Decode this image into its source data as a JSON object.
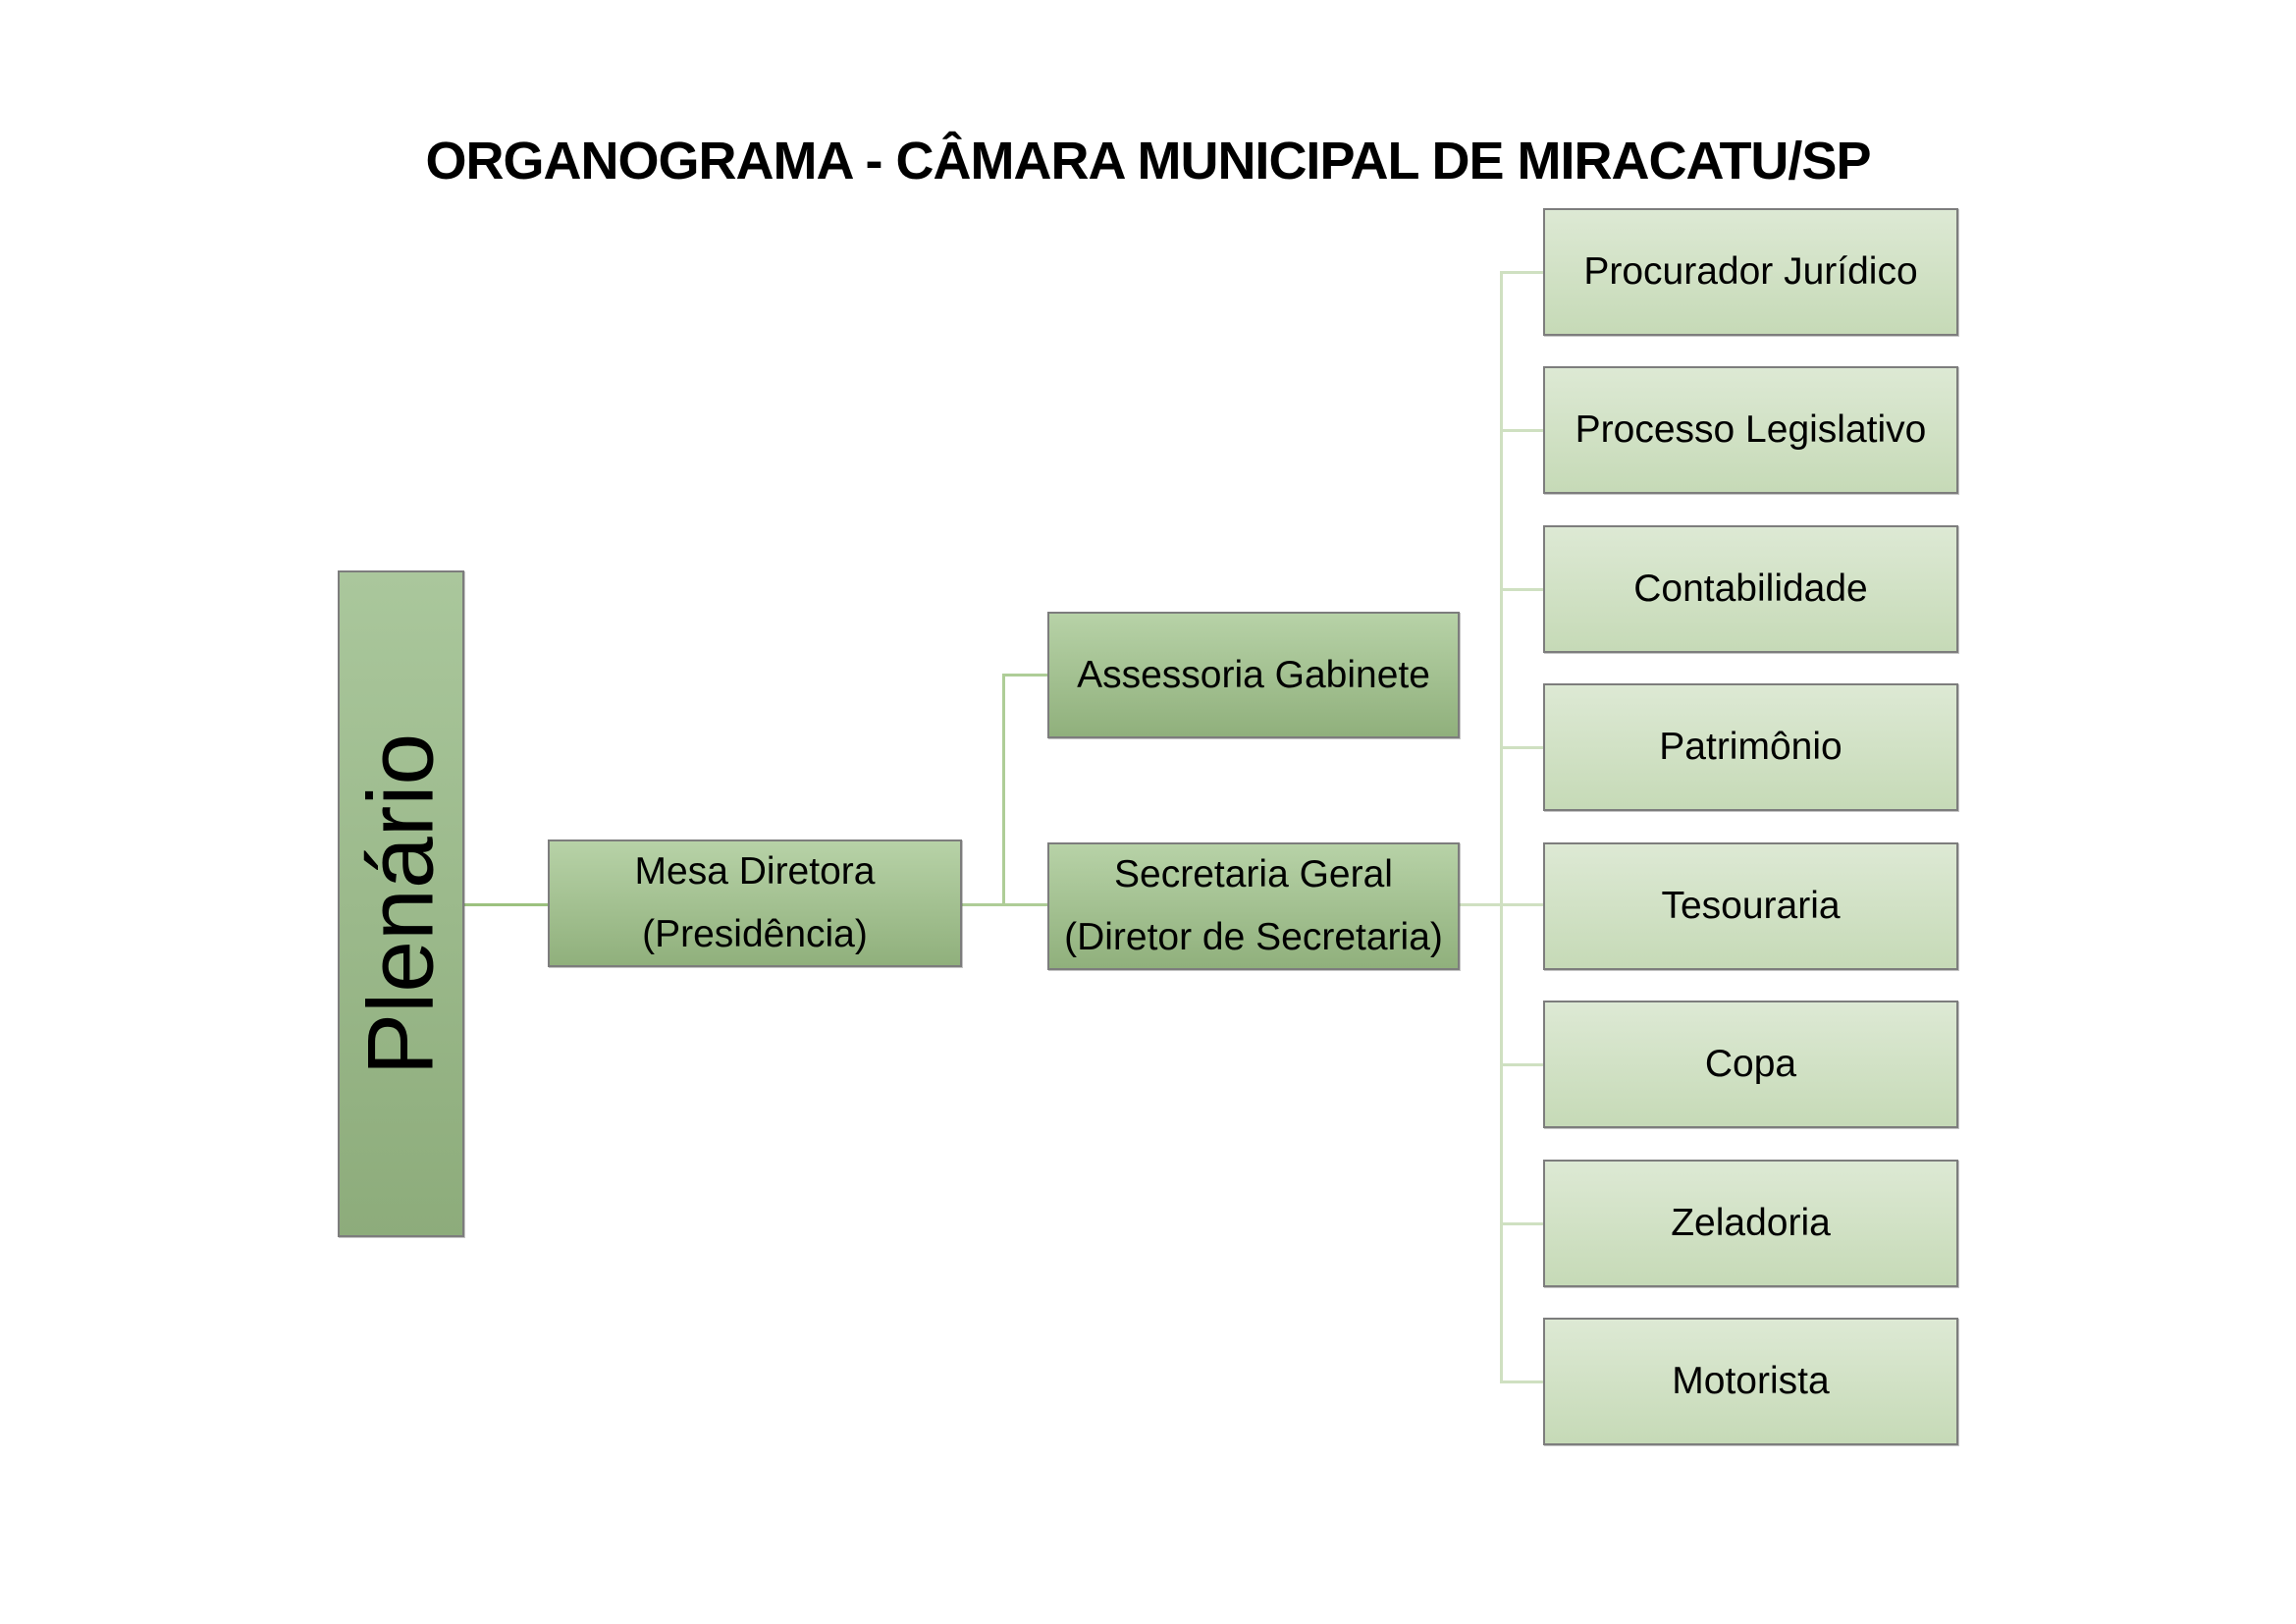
{
  "page": {
    "title": "ORGANOGRAMA - CÂMARA MUNICIPAL DE MIRACATU/SP"
  },
  "org": {
    "root": {
      "label": "Plenário"
    },
    "board": {
      "line1": "Mesa Diretora",
      "line2": "(Presidência)"
    },
    "advisory": {
      "label": "Assessoria Gabinete"
    },
    "secretary": {
      "line1": "Secretaria Geral",
      "line2": "(Diretor de Secretaria)"
    },
    "units": [
      {
        "label": "Procurador Jurídico"
      },
      {
        "label": "Processo Legislativo"
      },
      {
        "label": "Contabilidade"
      },
      {
        "label": "Patrimônio"
      },
      {
        "label": "Tesouraria"
      },
      {
        "label": "Copa"
      },
      {
        "label": "Zeladoria"
      },
      {
        "label": "Motorista"
      }
    ]
  },
  "colors": {
    "background": "#ffffff",
    "title_text": "#000000",
    "node_text": "#000000",
    "node_border": "#7d7d7d",
    "mid_green_top": "#b7d2a7",
    "mid_green_bottom": "#90b07c",
    "plenario_green_top": "#aac79c",
    "plenario_green_bottom": "#8dac7b",
    "light_green_top": "#dde9d4",
    "light_green_bottom": "#c6dab7",
    "connector_dark_green": "#9cc17f",
    "connector_pale_green": "#cfe0c1"
  }
}
